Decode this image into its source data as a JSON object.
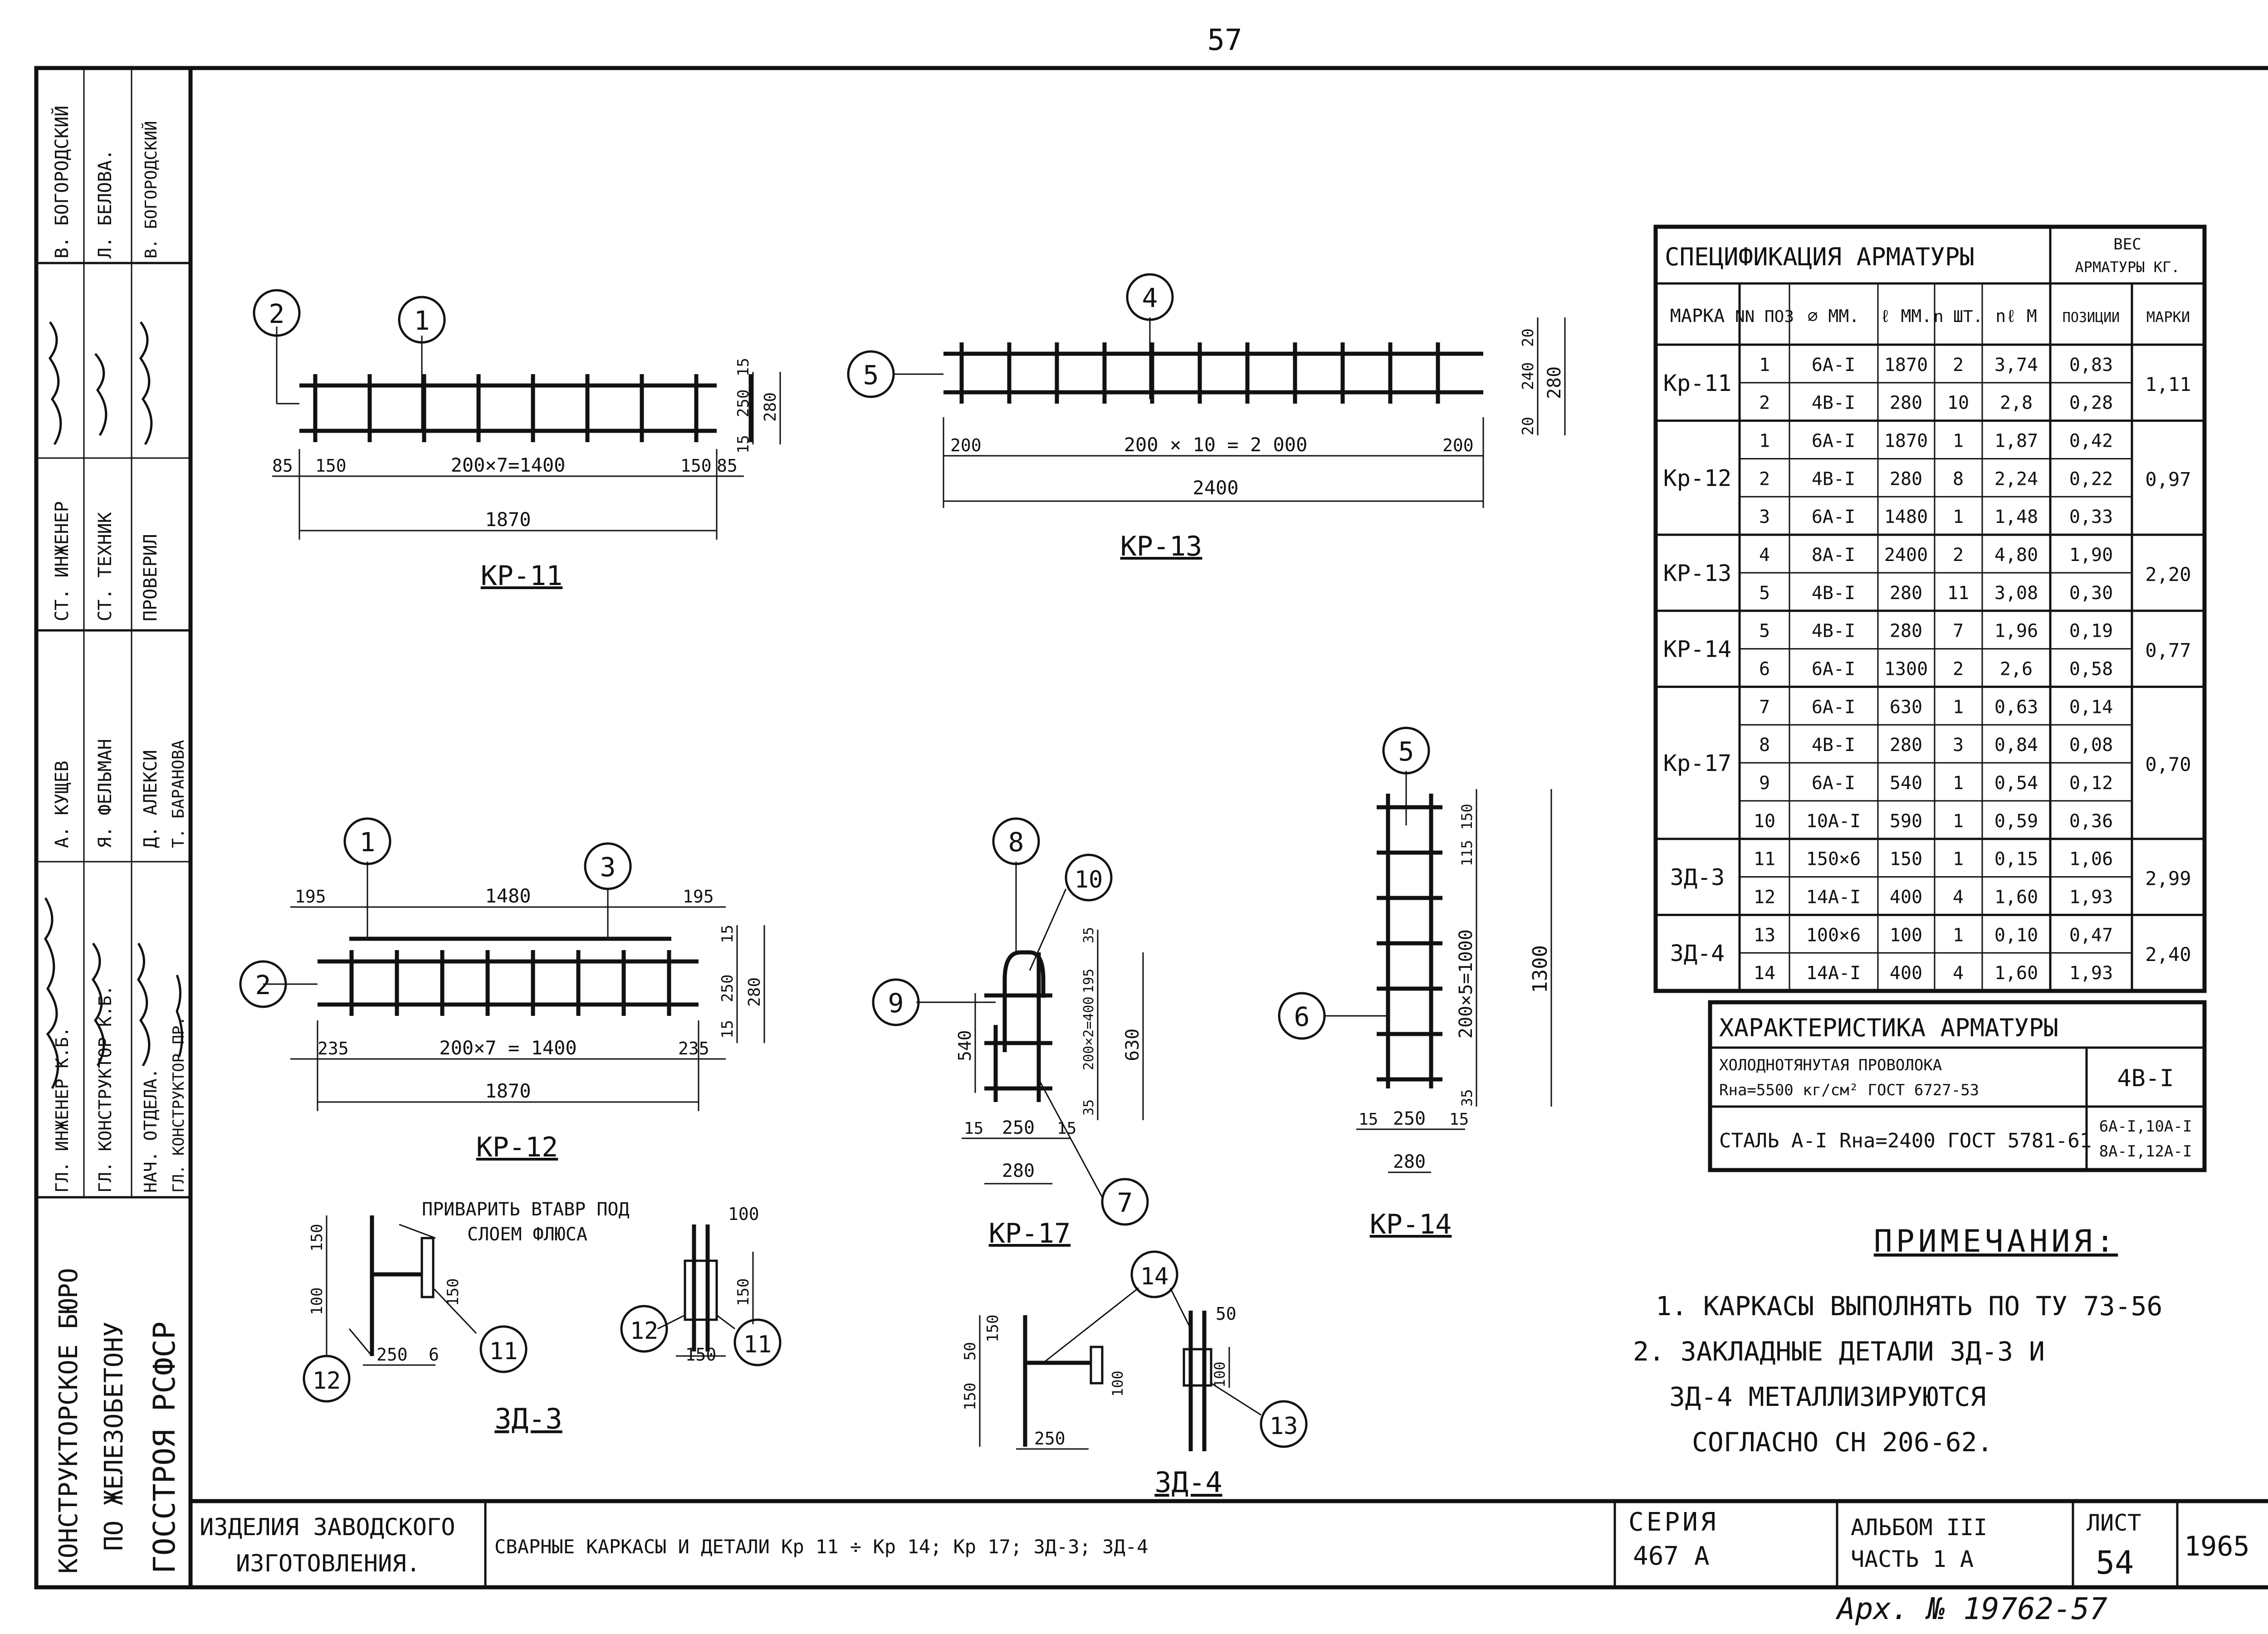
{
  "page_number": "57",
  "archive_number": "Арх. № 19762-57",
  "colors": {
    "ink": "#111111",
    "paper": "#ffffff"
  },
  "left_panel": {
    "rows": [
      {
        "role": "ГЛ. ИНЖЕНЕР К.Б.",
        "name": "А. КУЩЕВ"
      },
      {
        "role": "ГЛ. КОНСТРУКТОР К.Б.",
        "name": "Я. ФЕЛЬМАН"
      },
      {
        "role": "НАЧ. ОТДЕЛА.",
        "name": "Д. АЛЕКСИ"
      },
      {
        "role": "ГЛ. КОНСТРУКТОР ПР.",
        "name": "Т. БАРАНОВА"
      }
    ],
    "rows2": [
      {
        "role": "СТ. ИНЖЕНЕР",
        "name": "В. БОГОРОДСКИЙ"
      },
      {
        "role": "СТ. ТЕХНИК",
        "name": "Л. БЕЛОВА."
      },
      {
        "role": "ПРОВЕРИЛ",
        "name": "В. БОГОРОДСКИЙ"
      }
    ],
    "bureau": [
      "КОНСТРУКТОРСКОЕ БЮРО",
      "ПО ЖЕЛЕЗОБЕТОНУ",
      "ГОССТРОЯ   РСФСР"
    ]
  },
  "drawings": {
    "kr11": {
      "label": "КР-11",
      "dims": [
        "85",
        "150",
        "200×7=1400",
        "150",
        "85",
        "1870",
        "15",
        "250",
        "15",
        "280"
      ],
      "callouts": [
        "1",
        "2"
      ]
    },
    "kr13": {
      "label": "КР-13",
      "dims": [
        "200",
        "200 × 10 = 2 000",
        "200",
        "2400",
        "20",
        "240",
        "20",
        "280"
      ],
      "callouts": [
        "4",
        "5"
      ]
    },
    "kr12": {
      "label": "КР-12",
      "dims": [
        "195",
        "1480",
        "195",
        "235",
        "200×7 = 1400",
        "235",
        "1870",
        "15",
        "250",
        "15",
        "280"
      ],
      "callouts": [
        "1",
        "2",
        "3"
      ]
    },
    "kr17": {
      "label": "КР-17",
      "dims": [
        "15",
        "250",
        "15",
        "280",
        "540",
        "630",
        "200×2=400",
        "195",
        "35",
        "35"
      ],
      "callouts": [
        "7",
        "8",
        "9",
        "10"
      ]
    },
    "kr14": {
      "label": "КР-14",
      "dims": [
        "15",
        "250",
        "15",
        "280",
        "150",
        "115",
        "200×5=1000",
        "35",
        "1300"
      ],
      "callouts": [
        "5",
        "6"
      ]
    },
    "zd3": {
      "label": "ЗД-3",
      "note": [
        "ПРИВАРИТЬ ВТАВР ПОД",
        "СЛОЕМ ФЛЮСА"
      ],
      "dims": [
        "150",
        "100",
        "150",
        "250",
        "6",
        "100",
        "150",
        "150"
      ],
      "callouts": [
        "11",
        "12",
        "11",
        "12"
      ]
    },
    "zd4": {
      "label": "ЗД-4",
      "dims": [
        "150",
        "50",
        "150",
        "250",
        "100",
        "50",
        "100"
      ],
      "callouts": [
        "14",
        "13"
      ]
    }
  },
  "spec_table": {
    "title": "СПЕЦИФИКАЦИЯ АРМАТУРЫ",
    "weight_title": [
      "ВЕС",
      "АРМАТУРЫ КГ."
    ],
    "headers": [
      "МАРКА",
      "NN ПОЗ",
      "⌀ ММ.",
      "ℓ ММ.",
      "n ШТ.",
      "nℓ М",
      "ПОЗИЦИИ",
      "МАРКИ"
    ],
    "groups": [
      {
        "mark": "Кр-11",
        "total": "1,11",
        "rows": [
          [
            "1",
            "6А-I",
            "1870",
            "2",
            "3,74",
            "0,83"
          ],
          [
            "2",
            "4В-I",
            "280",
            "10",
            "2,8",
            "0,28"
          ]
        ]
      },
      {
        "mark": "Кр-12",
        "total": "0,97",
        "rows": [
          [
            "1",
            "6А-I",
            "1870",
            "1",
            "1,87",
            "0,42"
          ],
          [
            "2",
            "4В-I",
            "280",
            "8",
            "2,24",
            "0,22"
          ],
          [
            "3",
            "6А-I",
            "1480",
            "1",
            "1,48",
            "0,33"
          ]
        ]
      },
      {
        "mark": "КР-13",
        "total": "2,20",
        "rows": [
          [
            "4",
            "8А-I",
            "2400",
            "2",
            "4,80",
            "1,90"
          ],
          [
            "5",
            "4В-I",
            "280",
            "11",
            "3,08",
            "0,30"
          ]
        ]
      },
      {
        "mark": "КР-14",
        "total": "0,77",
        "rows": [
          [
            "5",
            "4В-I",
            "280",
            "7",
            "1,96",
            "0,19"
          ],
          [
            "6",
            "6А-I",
            "1300",
            "2",
            "2,6",
            "0,58"
          ]
        ]
      },
      {
        "mark": "Кр-17",
        "total": "0,70",
        "rows": [
          [
            "7",
            "6А-I",
            "630",
            "1",
            "0,63",
            "0,14"
          ],
          [
            "8",
            "4В-I",
            "280",
            "3",
            "0,84",
            "0,08"
          ],
          [
            "9",
            "6А-I",
            "540",
            "1",
            "0,54",
            "0,12"
          ],
          [
            "10",
            "10А-I",
            "590",
            "1",
            "0,59",
            "0,36"
          ]
        ]
      },
      {
        "mark": "ЗД-3",
        "total": "2,99",
        "rows": [
          [
            "11",
            "150×6",
            "150",
            "1",
            "0,15",
            "1,06"
          ],
          [
            "12",
            "14А-I",
            "400",
            "4",
            "1,60",
            "1,93"
          ]
        ]
      },
      {
        "mark": "ЗД-4",
        "total": "2,40",
        "rows": [
          [
            "13",
            "100×6",
            "100",
            "1",
            "0,10",
            "0,47"
          ],
          [
            "14",
            "14А-I",
            "400",
            "4",
            "1,60",
            "1,93"
          ]
        ]
      }
    ]
  },
  "char_table": {
    "title": "ХАРАКТЕРИСТИКА АРМАТУРЫ",
    "rows": [
      {
        "desc": [
          "ХОЛОДНОТЯНУТАЯ ПРОВОЛОКА",
          "Rнa=5500 кг/см²  ГОСТ 6727-53"
        ],
        "grade": [
          "4В-I"
        ]
      },
      {
        "desc": [
          "СТАЛЬ А-I  Rнa=2400  ГОСТ 5781-61"
        ],
        "grade": [
          "6А-I,10А-I",
          "8А-I,12А-I"
        ]
      }
    ]
  },
  "notes": {
    "title": "ПРИМЕЧАНИЯ:",
    "lines": [
      "1. КАРКАСЫ ВЫПОЛНЯТЬ ПО ТУ 73-56",
      "2. ЗАКЛАДНЫЕ ДЕТАЛИ  ЗД-3 И",
      "ЗД-4  МЕТАЛЛИЗИРУЮТСЯ",
      "СОГЛАСНО   СН 206-62."
    ]
  },
  "title_block": {
    "category": [
      "ИЗДЕЛИЯ ЗАВОДСКОГО",
      "ИЗГОТОВЛЕНИЯ."
    ],
    "description": "СВАРНЫЕ КАРКАСЫ И ДЕТАЛИ  Кр 11 ÷ Кр 14;  Кр 17;  ЗД-3;  ЗД-4",
    "series_label": "СЕРИЯ",
    "series_value": "467 А",
    "album": [
      "АЛЬБОМ III",
      "ЧАСТЬ 1 А"
    ],
    "sheet_label": "ЛИСТ",
    "sheet_value": "54",
    "year": "1965"
  }
}
